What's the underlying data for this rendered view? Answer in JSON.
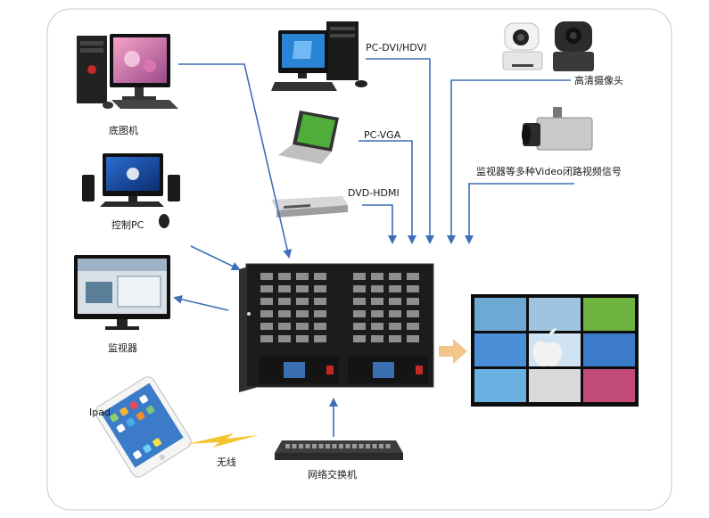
{
  "labels": {
    "background_pc": "底图机",
    "control_pc": "控制PC",
    "monitor": "监视器",
    "ipad": "Ipad",
    "wireless": "无线",
    "network_switch": "网络交换机",
    "pc_dvi": "PC-DVI/HDVI",
    "pc_vga": "PC-VGA",
    "dvd_hdmi": "DVD-HDMI",
    "hd_camera": "高清摄像头",
    "video_signals": "监视器等多种Video闭路视频信号"
  },
  "colors": {
    "arrow": "#3d6fb6",
    "frame": "#c9c9c9",
    "matrix_body": "#1c1c1c",
    "output_arrow": "#f2c58a",
    "wifi_bolt": "#f4c430"
  },
  "icons": {
    "matrix": "video-matrix-switcher-icon",
    "videowall": "video-wall-icon"
  }
}
